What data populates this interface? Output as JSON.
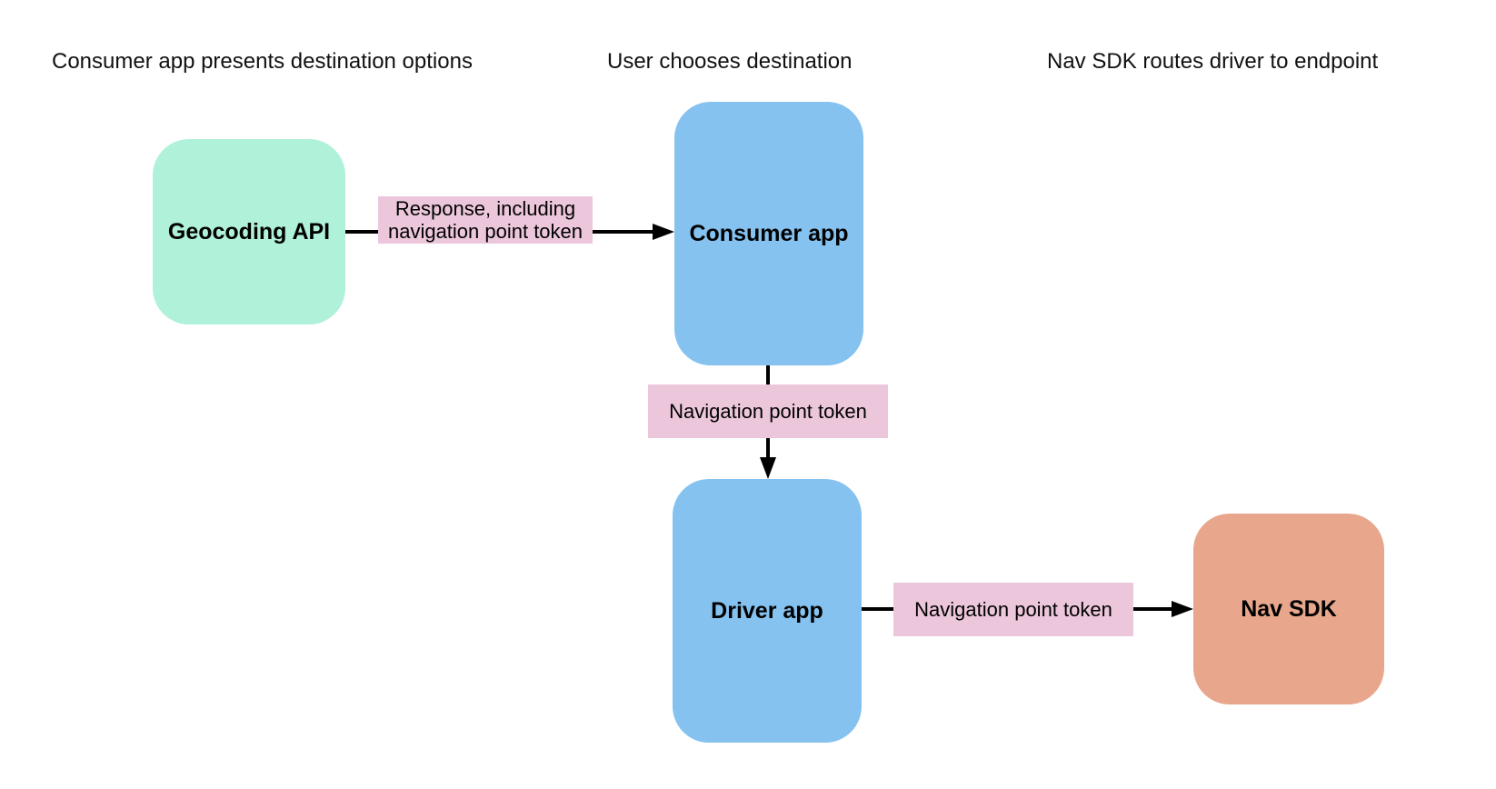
{
  "diagram": {
    "background_color": "#ffffff",
    "edge_color": "#000000",
    "column_headers": [
      {
        "label": "Consumer app presents destination options"
      },
      {
        "label": "User chooses destination"
      },
      {
        "label": "Nav SDK routes driver to endpoint"
      }
    ],
    "nodes": [
      {
        "id": "geocoding-api",
        "label": "Geocoding API",
        "color": "#b0f1d9"
      },
      {
        "id": "consumer-app",
        "label": "Consumer app",
        "color": "#85c2f0"
      },
      {
        "id": "driver-app",
        "label": "Driver app",
        "color": "#85c2f0"
      },
      {
        "id": "nav-sdk",
        "label": "Nav SDK",
        "color": "#e8a78c"
      }
    ],
    "edges": [
      {
        "from": "geocoding-api",
        "to": "consumer-app",
        "label": "Response, including navigation point token",
        "label_color": "#ecc7dc"
      },
      {
        "from": "consumer-app",
        "to": "driver-app",
        "label": "Navigation point token",
        "label_color": "#ecc7dc"
      },
      {
        "from": "driver-app",
        "to": "nav-sdk",
        "label": "Navigation point token",
        "label_color": "#ecc7dc"
      }
    ]
  }
}
